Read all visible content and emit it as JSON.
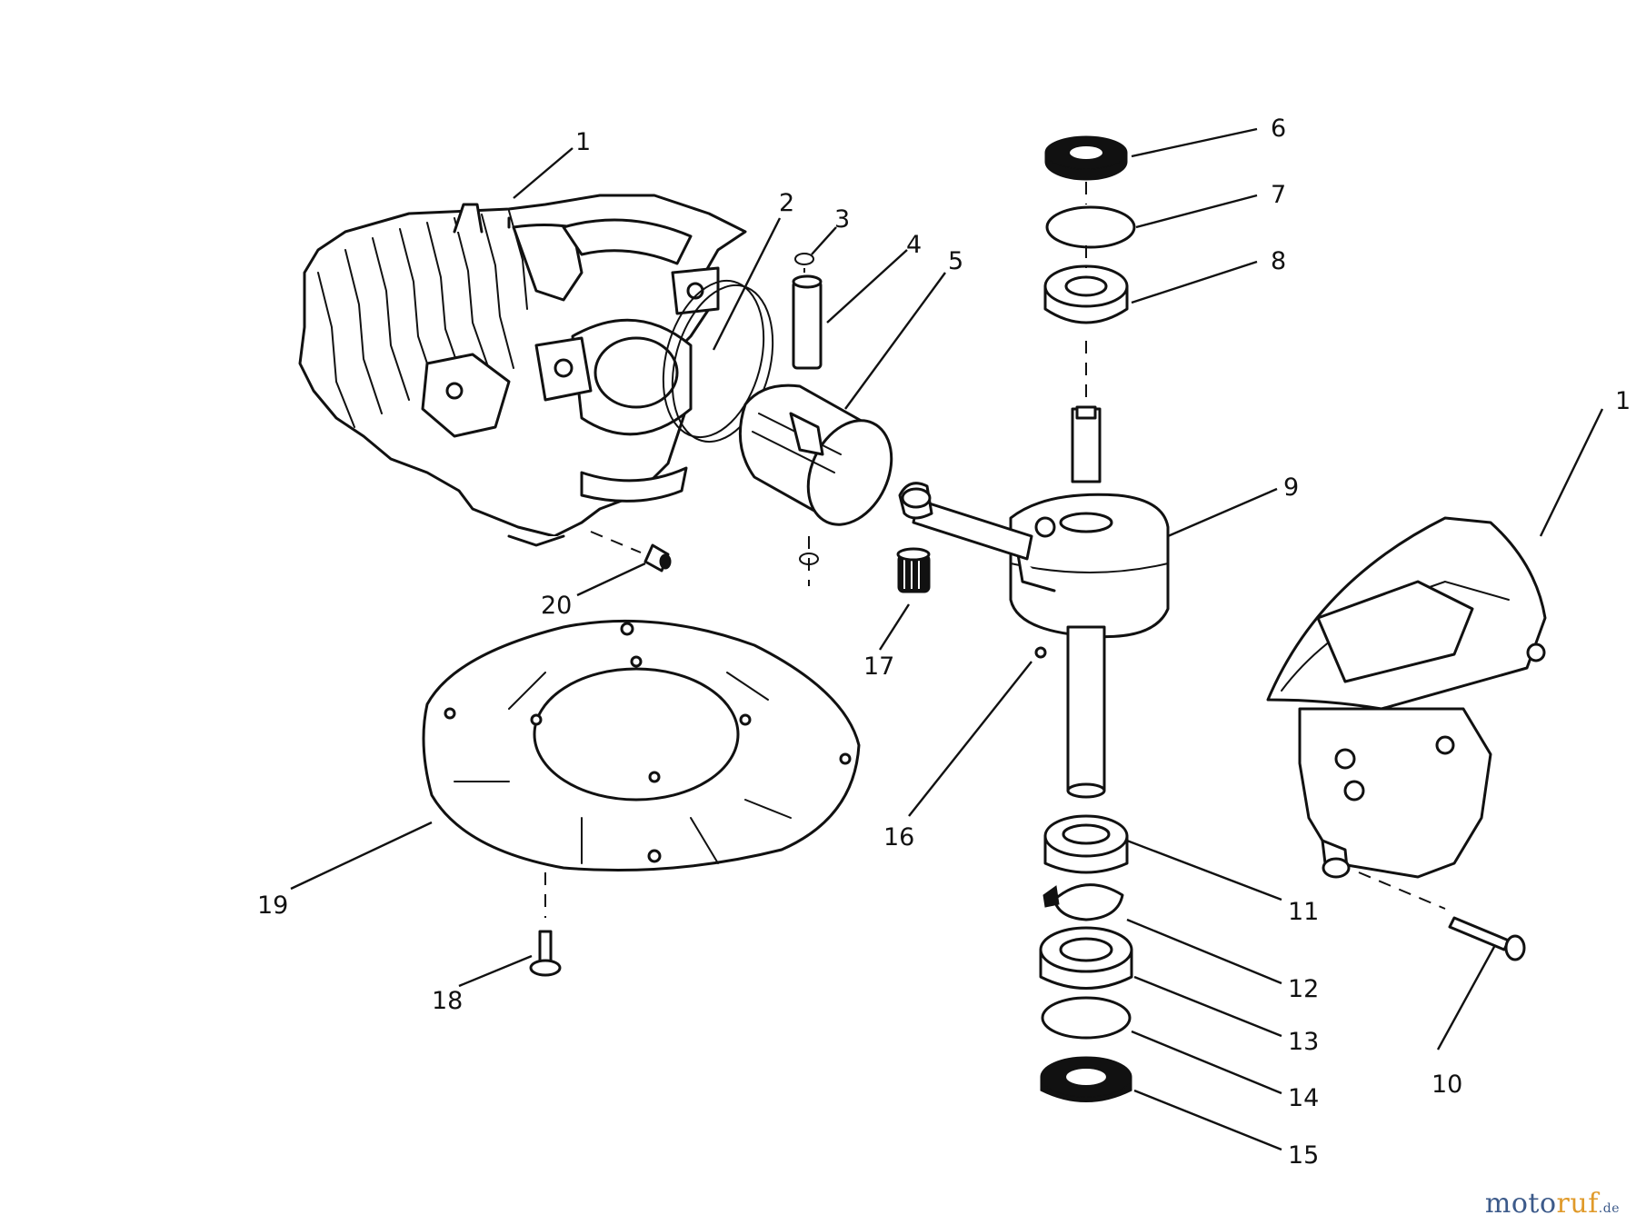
{
  "parts": [
    {
      "id": "p1a",
      "label": "1"
    },
    {
      "id": "p2",
      "label": "2"
    },
    {
      "id": "p3",
      "label": "3"
    },
    {
      "id": "p4",
      "label": "4"
    },
    {
      "id": "p5",
      "label": "5"
    },
    {
      "id": "p6",
      "label": "6"
    },
    {
      "id": "p7",
      "label": "7"
    },
    {
      "id": "p8",
      "label": "8"
    },
    {
      "id": "p9",
      "label": "9"
    },
    {
      "id": "p1b",
      "label": "1"
    },
    {
      "id": "p10",
      "label": "10"
    },
    {
      "id": "p11",
      "label": "11"
    },
    {
      "id": "p12",
      "label": "12"
    },
    {
      "id": "p13",
      "label": "13"
    },
    {
      "id": "p14",
      "label": "14"
    },
    {
      "id": "p15",
      "label": "15"
    },
    {
      "id": "p16",
      "label": "16"
    },
    {
      "id": "p17",
      "label": "17"
    },
    {
      "id": "p18",
      "label": "18"
    },
    {
      "id": "p19",
      "label": "19"
    },
    {
      "id": "p20",
      "label": "20"
    }
  ],
  "watermark": {
    "main": "moto",
    "accent": "ruf",
    "tld": ".de"
  },
  "colors": {
    "ink": "#111111",
    "background": "#ffffff",
    "watermark_blue": "#3c5a8a",
    "watermark_orange": "#e09a2a"
  }
}
